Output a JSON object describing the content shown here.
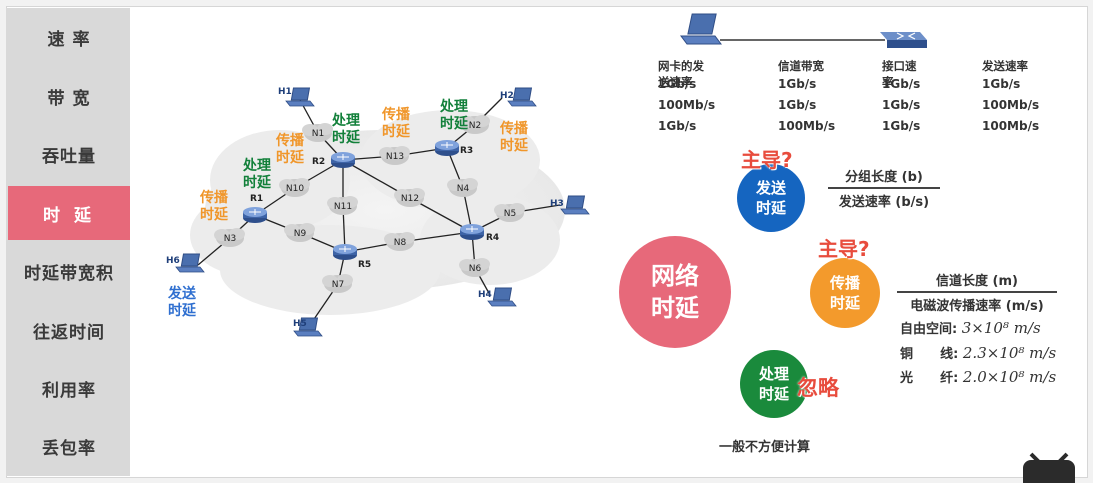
{
  "sidebar": {
    "items": [
      {
        "label": "速 率"
      },
      {
        "label": "带 宽"
      },
      {
        "label": "吞吐量"
      },
      {
        "label": "时 延"
      },
      {
        "label": "时延带宽积"
      },
      {
        "label": "往返时间"
      },
      {
        "label": "利用率"
      },
      {
        "label": "丢包率"
      }
    ],
    "active_index": 3
  },
  "network": {
    "hosts": [
      "H1",
      "H2",
      "H3",
      "H4",
      "H5",
      "H6"
    ],
    "routers": [
      "R1",
      "R2",
      "R3",
      "R4",
      "R5"
    ],
    "nets": [
      "N1",
      "N2",
      "N3",
      "N4",
      "N5",
      "N6",
      "N7",
      "N8",
      "N9",
      "N10",
      "N11",
      "N12",
      "N13"
    ],
    "labels": {
      "propagation_delay": "传播\n时延",
      "processing_delay": "处理\n时延",
      "transmission_delay": "发送\n时延"
    }
  },
  "rate_table": {
    "headers": [
      "网卡的发送速率",
      "信道带宽",
      "接口速率",
      "发送速率"
    ],
    "rows": [
      [
        "1Gb/s",
        "1Gb/s",
        "1Gb/s",
        "1Gb/s"
      ],
      [
        "100Mb/s",
        "1Gb/s",
        "1Gb/s",
        "100Mb/s"
      ],
      [
        "1Gb/s",
        "100Mb/s",
        "1Gb/s",
        "100Mb/s"
      ]
    ]
  },
  "delay": {
    "main": "网络\n时延",
    "transmission": {
      "label": "发送\n时延",
      "tag": "主导?",
      "numerator": "分组长度 (b)",
      "denominator": "发送速率 (b/s)"
    },
    "propagation": {
      "label": "传播\n时延",
      "tag": "主导?",
      "numerator": "信道长度 (m)",
      "denominator": "电磁波传播速率 (m/s)",
      "speeds": [
        {
          "medium": "自由空间:",
          "value": "3×10⁸  m/s"
        },
        {
          "medium": "铜      线:",
          "value": "2.3×10⁸  m/s"
        },
        {
          "medium": "光      纤:",
          "value": "2.0×10⁸  m/s"
        }
      ]
    },
    "processing": {
      "label": "处理\n时延",
      "tag": "忽略",
      "note": "一般不方便计算"
    }
  },
  "colors": {
    "accent": "#e7697a",
    "blue_bubble": "#1565c0",
    "orange_bubble": "#f39a2c",
    "green_bubble": "#1a8a3c",
    "highlight_red": "#e84c3d"
  }
}
